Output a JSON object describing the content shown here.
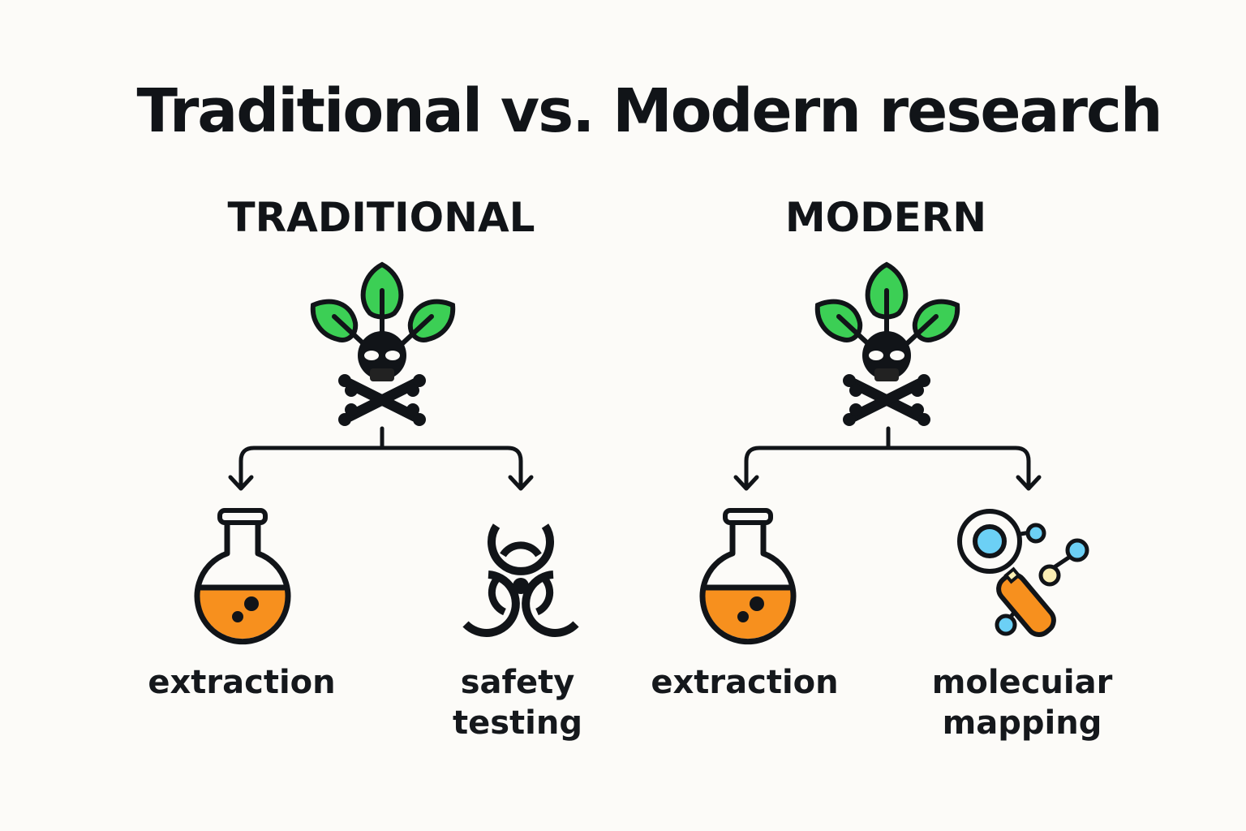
{
  "title": "Traditional vs. Modern research",
  "colors": {
    "background": "#fcfbf8",
    "ink": "#111418",
    "leaf_green": "#3ccf55",
    "liquid_orange": "#f7901e",
    "molecule_blue": "#6cd0f5",
    "molecule_cream": "#fbefb4"
  },
  "columns": [
    {
      "heading": "TRADITIONAL",
      "root_icon": "poison-plant-icon",
      "branches": [
        {
          "icon": "flask-icon",
          "label_lines": [
            "extraction"
          ]
        },
        {
          "icon": "biohazard-icon",
          "label_lines": [
            "safety",
            "testing"
          ]
        }
      ]
    },
    {
      "heading": "MODERN",
      "root_icon": "poison-plant-icon",
      "branches": [
        {
          "icon": "flask-icon",
          "label_lines": [
            "extraction"
          ]
        },
        {
          "icon": "molecule-magnifier-icon",
          "label_lines": [
            "molecuiar",
            "mapping"
          ]
        }
      ]
    }
  ]
}
